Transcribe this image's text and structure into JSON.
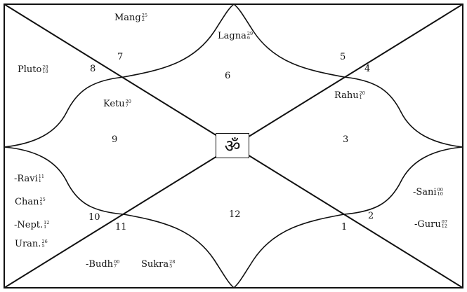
{
  "center_symbol": "ॐ",
  "houses": [
    {
      "id": "h1",
      "label": "1"
    },
    {
      "id": "h2",
      "label": "2"
    },
    {
      "id": "h3",
      "label": "3"
    },
    {
      "id": "h4",
      "label": "4"
    },
    {
      "id": "h5",
      "label": "5"
    },
    {
      "id": "h6",
      "label": "6"
    },
    {
      "id": "h7",
      "label": "7"
    },
    {
      "id": "h8",
      "label": "8"
    },
    {
      "id": "h9",
      "label": "9"
    },
    {
      "id": "h10",
      "label": "10"
    },
    {
      "id": "h11",
      "label": "11"
    },
    {
      "id": "h12",
      "label": "12"
    }
  ],
  "planets": [
    {
      "key": "mang",
      "name": "Mang",
      "deg": "25",
      "sub": "2"
    },
    {
      "key": "lagna",
      "name": "Lagna",
      "deg": "29",
      "sub": "6"
    },
    {
      "key": "pluto",
      "name": "Pluto",
      "deg": "20",
      "sub": "10"
    },
    {
      "key": "ketu",
      "name": "Ketu",
      "deg": "20",
      "sub": "7"
    },
    {
      "key": "rahu",
      "name": "Rahu",
      "deg": "20",
      "sub": "1"
    },
    {
      "key": "ravi",
      "name": "-Ravi",
      "deg": "11",
      "sub": "1"
    },
    {
      "key": "chan",
      "name": "Chan",
      "deg": "25",
      "sub": "5"
    },
    {
      "key": "nept",
      "name": "-Nept.",
      "deg": "12",
      "sub": "1"
    },
    {
      "key": "uran",
      "name": "Uran.",
      "deg": "26",
      "sub": "5"
    },
    {
      "key": "sani",
      "name": "-Sani",
      "deg": "00",
      "sub": "10"
    },
    {
      "key": "guru",
      "name": "-Guru",
      "deg": "07",
      "sub": "12"
    },
    {
      "key": "budh",
      "name": "-Budh",
      "deg": "00",
      "sub": "7"
    },
    {
      "key": "sukra",
      "name": "Sukra",
      "deg": "28",
      "sub": "5"
    }
  ]
}
